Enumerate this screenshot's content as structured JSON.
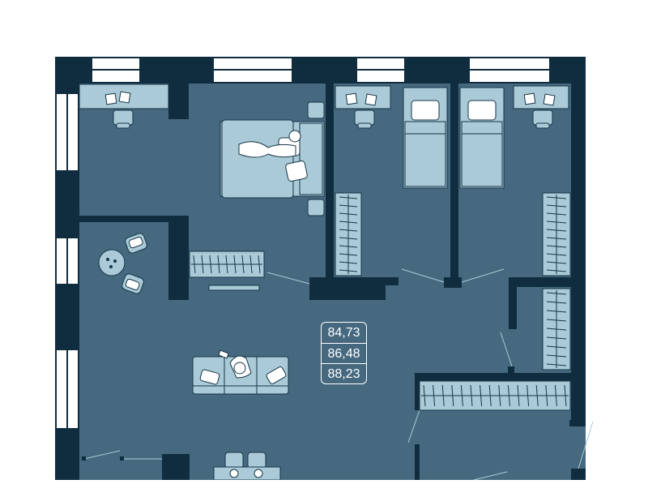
{
  "plan": {
    "colors": {
      "wall": "#0f2d3e",
      "floor": "#46697f",
      "furniture": "#a9cad6",
      "furniture_line": "#163548",
      "window": "#ffffff"
    },
    "areas": [
      "84,73",
      "86,48",
      "88,23"
    ],
    "icons": [
      "double-bed-icon",
      "single-bed-icon",
      "desk-icon",
      "chair-icon",
      "wardrobe-icon",
      "sofa-icon",
      "round-table-icon",
      "armchair-icon",
      "tv-icon",
      "dining-table-icon",
      "person-icon"
    ]
  }
}
